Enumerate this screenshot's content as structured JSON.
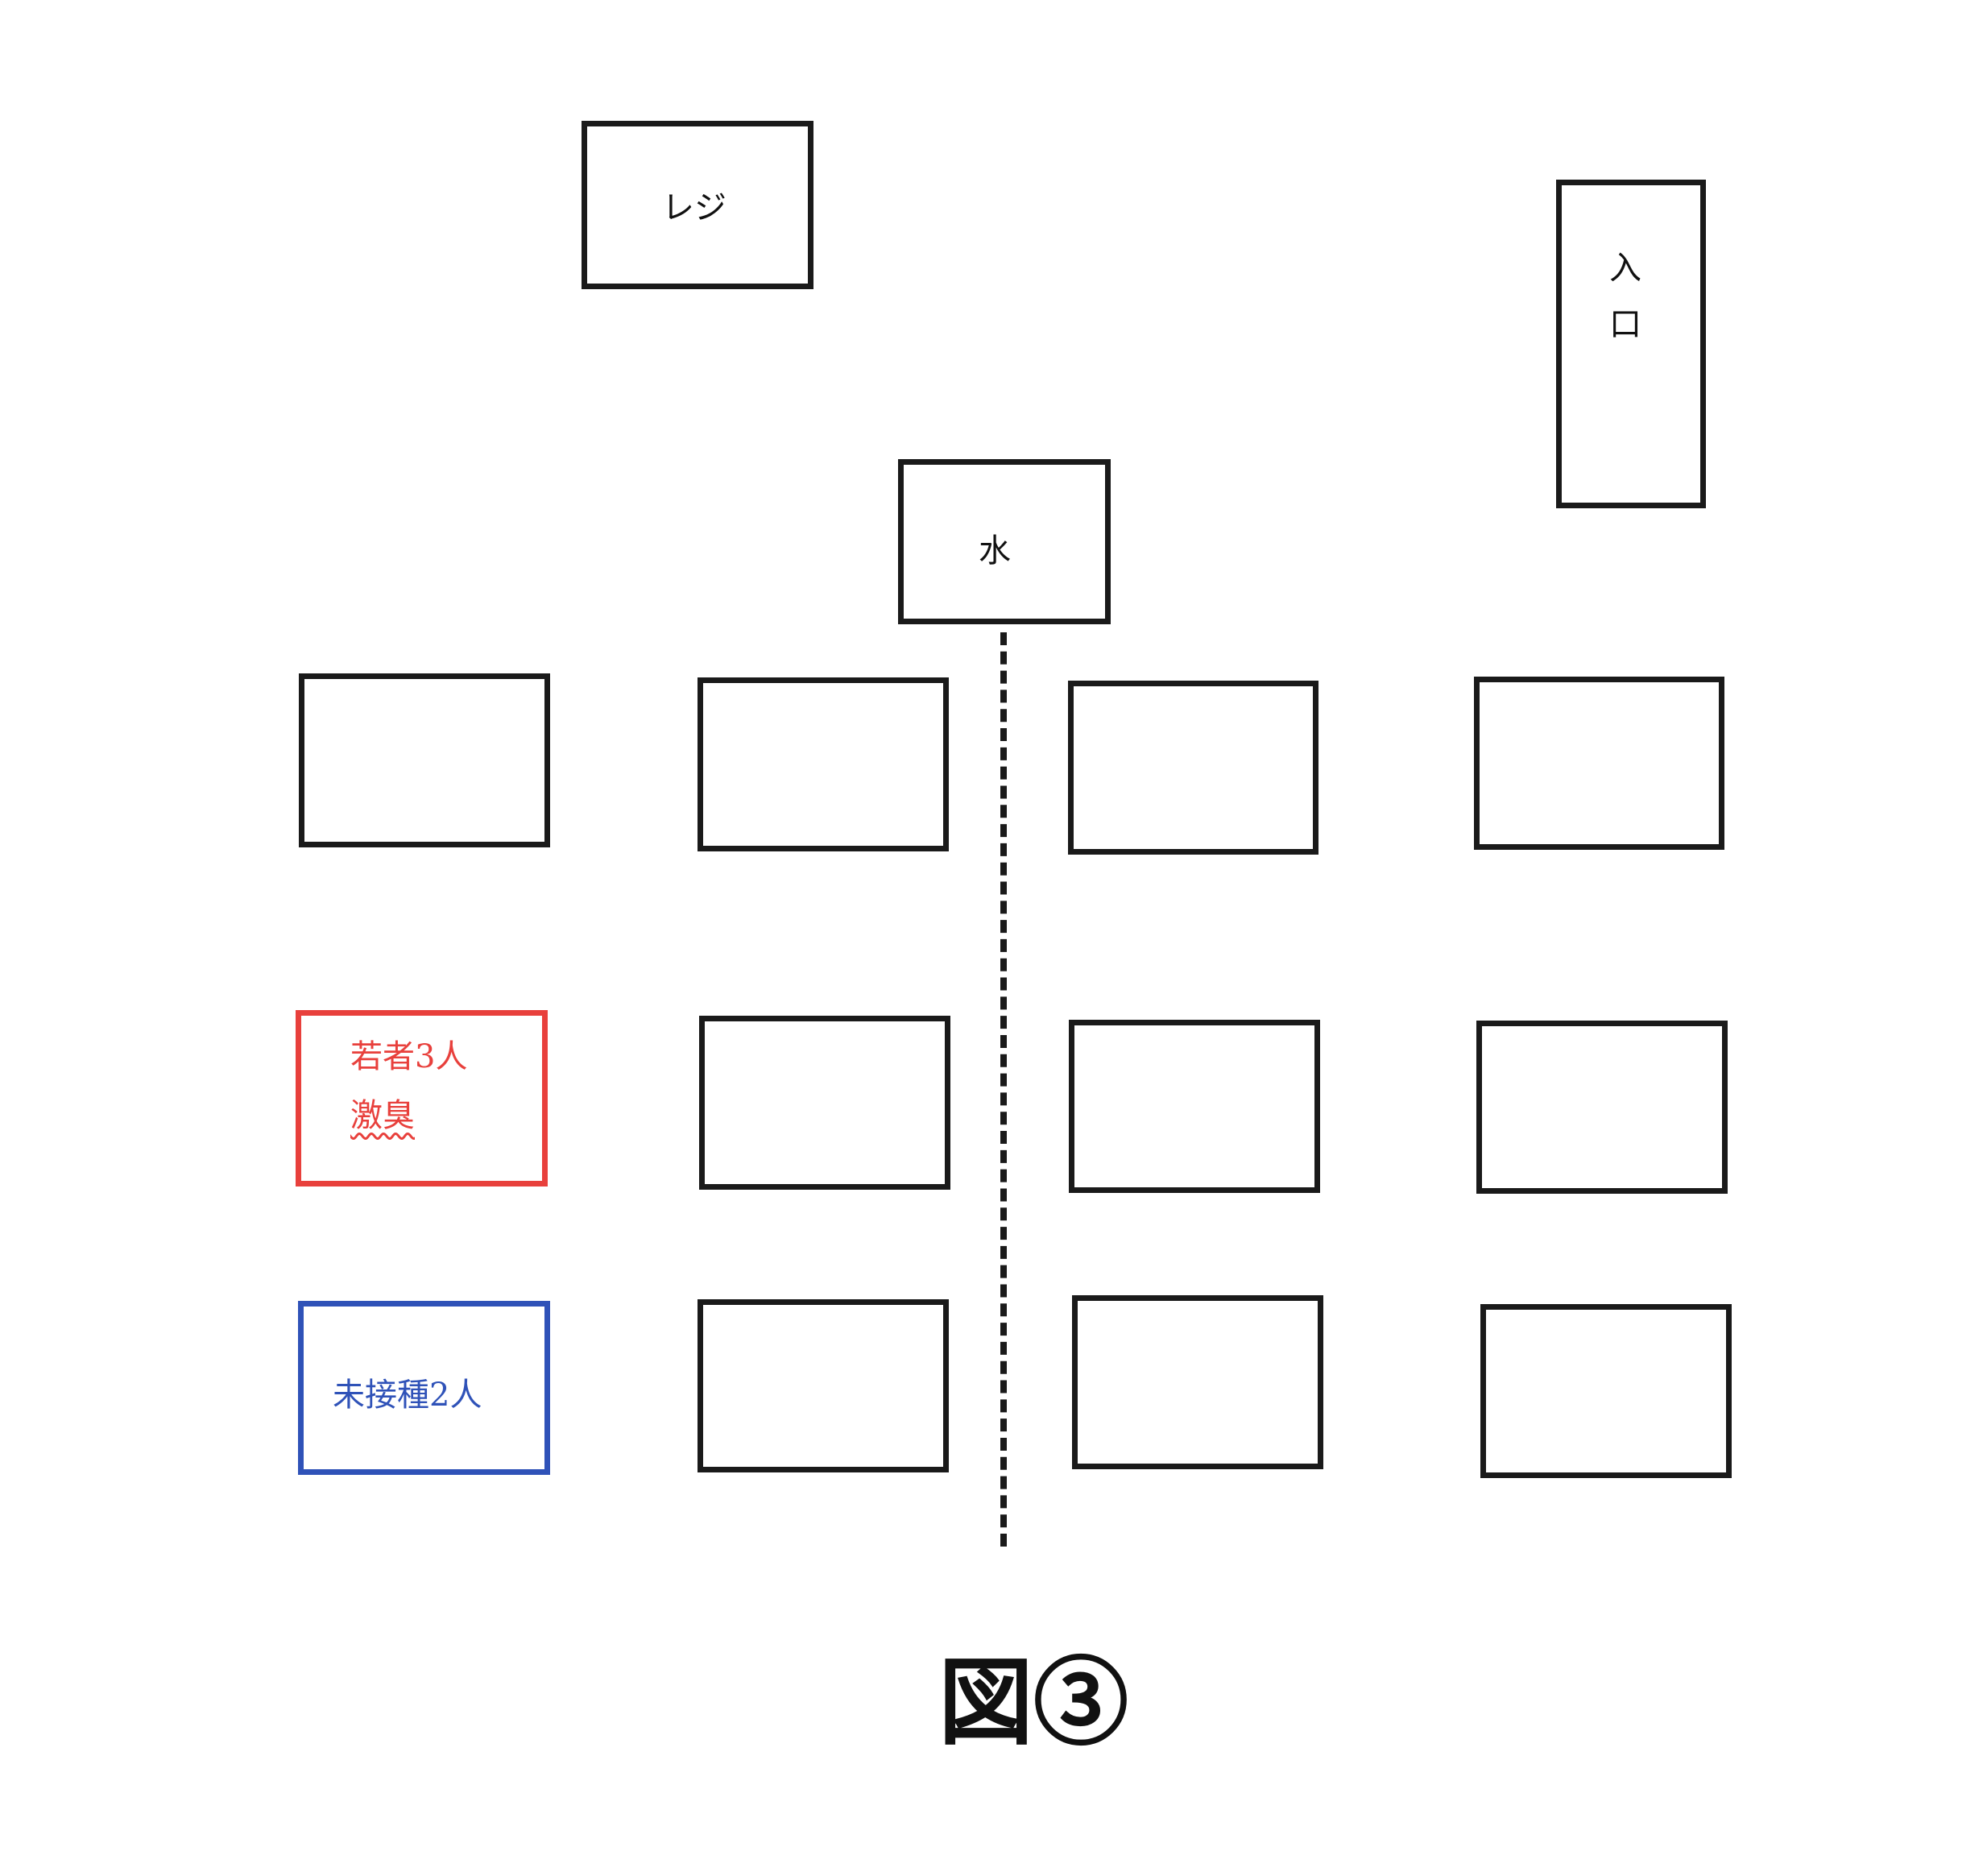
{
  "register": {
    "label": "レジ"
  },
  "entrance": {
    "label_chars": [
      "入",
      "口"
    ]
  },
  "water": {
    "label": "水"
  },
  "tables": {
    "red_group": {
      "line1": "若者3人",
      "line2": "激臭",
      "border_color": "#e8403c"
    },
    "blue_group": {
      "label": "未接種2人",
      "border_color": "#2f52b8"
    }
  },
  "caption": "図③"
}
